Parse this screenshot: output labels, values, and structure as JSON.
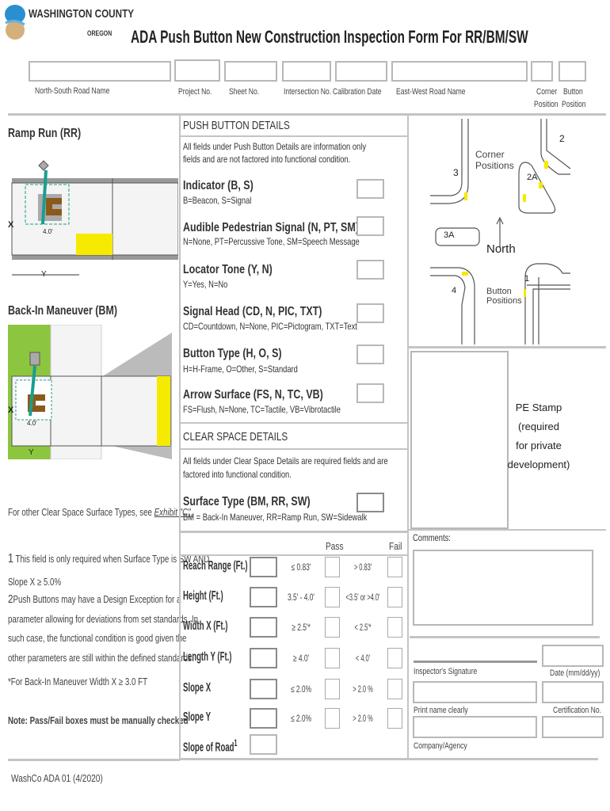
{
  "header": {
    "logo_text": "WASHINGTON COUNTY",
    "logo_sub": "OREGON",
    "title": "ADA Push Button New Construction Inspection Form For RR/BM/SW"
  },
  "top_fields": [
    {
      "label": "North-South Road Name",
      "value": ""
    },
    {
      "label": "Project No.",
      "value": ""
    },
    {
      "label": "Sheet No.",
      "value": ""
    },
    {
      "label": "Intersection No.",
      "value": ""
    },
    {
      "label": "Calibration Date",
      "value": ""
    },
    {
      "label": "East-West Road Name",
      "value": ""
    },
    {
      "label": "Corner",
      "label2": "Position",
      "value": ""
    },
    {
      "label": "Button",
      "label2": "Position",
      "value": ""
    }
  ],
  "left": {
    "ramp_run": "Ramp Run (RR)",
    "back_in": "Back-In Maneuver (BM)",
    "diagram_labels": {
      "x": "X",
      "y": "Y",
      "four": "4.0'"
    },
    "exhibit_note": "For other Clear Space Surface Types, see",
    "exhibit_link": "Exhibit \"C\".",
    "fn1_mark": "1",
    "fn1": "This field is only required when Surface Type is SW AND",
    "fn1b": "Slope X ≥ 5.0%",
    "fn2_mark": "2",
    "fn2": "Push Buttons may have a Design Exception for a",
    "fn2b": "parameter allowing for deviations from set standards.  In",
    "fn2c": "such case, the functional condition is good given the",
    "fn2d": "other parameters are still within the defined standards.",
    "star": "*For Back-In Maneuver Width X ≥ 3.0 FT",
    "pass_fail_note": "Note: Pass/Fail boxes must be manually checked",
    "footer": "WashCo ADA 01 (4/2020)"
  },
  "push_button": {
    "heading": "PUSH BUTTON DETAILS",
    "info": [
      "All fields under Push Button Details are information only",
      "fields and are not factored into functional condition."
    ],
    "fields": [
      {
        "label": "Indicator (B, S)",
        "hint": "B=Beacon, S=Signal",
        "value": ""
      },
      {
        "label": "Audible Pedestrian Signal (N, PT, SM)",
        "hint": "N=None, PT=Percussive Tone, SM=Speech Message",
        "value": ""
      },
      {
        "label": "Locator Tone (Y, N)",
        "hint": "Y=Yes, N=No",
        "value": ""
      },
      {
        "label": "Signal Head (CD, N, PIC, TXT)",
        "hint": "CD=Countdown, N=None, PIC=Pictogram, TXT=Text",
        "value": ""
      },
      {
        "label": "Button Type (H, O, S)",
        "hint": "H=H-Frame, O=Other, S=Standard",
        "value": ""
      },
      {
        "label": "Arrow Surface (FS, N, TC, VB)",
        "hint": "FS=Flush, N=None, TC=Tactile, VB=Vibrotactile",
        "value": ""
      }
    ]
  },
  "clear_space": {
    "heading": "CLEAR SPACE DETAILS",
    "info": [
      "All fields under Clear Space Details are required fields and are",
      "factored into functional condition."
    ],
    "surface_label": "Surface Type (BM, RR, SW)",
    "surface_hint": "BM = Back-In Maneuver, RR=Ramp Run, SW=Sidewalk",
    "pass_header": "Pass",
    "fail_header": "Fail",
    "rows": [
      {
        "label": "Reach Range (Ft.)",
        "pass": "≤ 0.83'",
        "fail": "> 0.83'"
      },
      {
        "label": "Height (Ft.)",
        "pass": "3.5' - 4.0'",
        "fail": "<3.5' or >4.0'"
      },
      {
        "label": "Width X (Ft.)",
        "pass": "≥ 2.5'*",
        "fail": "< 2.5'*"
      },
      {
        "label": "Length Y (Ft.)",
        "pass": "≥ 4.0'",
        "fail": "< 4.0'"
      },
      {
        "label": "Slope X",
        "pass": "≤ 2.0%",
        "fail": "> 2.0 %"
      },
      {
        "label": "Slope Y",
        "pass": "≤ 2.0%",
        "fail": "> 2.0 %"
      }
    ],
    "slope_road": "Slope of Road",
    "slope_road_sup": "1"
  },
  "intersection": {
    "corner_positions": [
      "Corner",
      "Positions"
    ],
    "button_positions": [
      "Button",
      "Positions"
    ],
    "north": "North",
    "corners": [
      "1",
      "2",
      "2A",
      "3",
      "3A",
      "4"
    ]
  },
  "right": {
    "pe_stamp": [
      "PE Stamp",
      "(required",
      "for private",
      "development)"
    ],
    "comments_label": "Comments:",
    "signature_label": "Inspector's Signature",
    "date_label": "Date (mm/dd/yy)",
    "print_label": "Print name clearly",
    "cert_label": "Certification No.",
    "company_label": "Company/Agency"
  },
  "colors": {
    "green": "#8cc63f",
    "yellow": "#f5ea00",
    "teal": "#1a9e8e",
    "brown": "#8b5a1b"
  }
}
